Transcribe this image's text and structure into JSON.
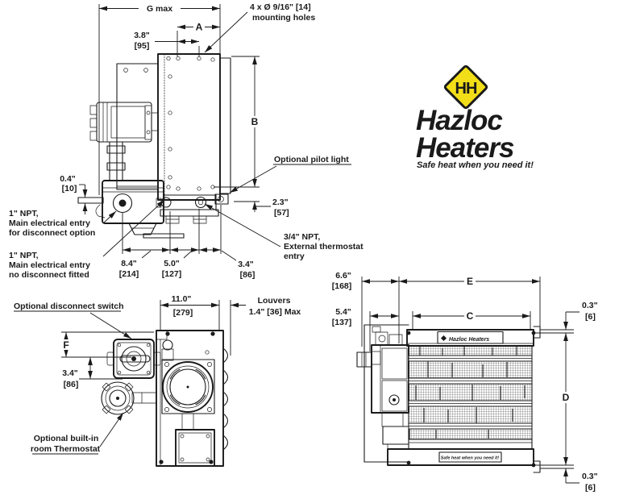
{
  "page": {
    "background": "#ffffff",
    "ink": "#1a1a1a"
  },
  "logo": {
    "monogram": "HH",
    "name": [
      "Hazloc",
      "Heaters"
    ],
    "tagline": "Safe heat when you need it!",
    "diamond_color": "#F2DE18",
    "tagline_color": "#E2262C"
  },
  "side_view": {
    "dims": {
      "g_max": "G max",
      "a": "A",
      "b": "B",
      "d38_in": "3.8\"",
      "d38_mm": "[95]",
      "d04_in": "0.4\"",
      "d04_mm": "[10]",
      "d23_in": "2.3\"",
      "d23_mm": "[57]",
      "d84_in": "8.4\"",
      "d84_mm": "[214]",
      "d50_in": "5.0\"",
      "d50_mm": "[127]",
      "d34_in": "3.4\"",
      "d34_mm": "[86]"
    },
    "notes": {
      "mounting_holes": [
        "4 x Ø 9/16\" [14]",
        "mounting holes"
      ],
      "pilot_light": "Optional pilot light",
      "entry_disconnect": [
        "1\" NPT,",
        "Main electrical entry",
        "for disconnect option"
      ],
      "entry_no_disconnect": [
        "1\" NPT,",
        "Main electrical entry",
        "no disconnect fitted"
      ],
      "thermostat_entry": [
        "3/4\" NPT,",
        "External thermostat",
        "entry"
      ]
    }
  },
  "front_view": {
    "dims": {
      "d110_in": "11.0\"",
      "d110_mm": "[279]",
      "f": "F",
      "d34_in": "3.4\"",
      "d34_mm": "[86]"
    },
    "notes": {
      "disconnect_switch": "Optional disconnect switch",
      "louvers": [
        "Louvers",
        "1.4\" [36] Max"
      ],
      "room_thermostat": [
        "Optional built-in",
        "room Thermostat"
      ]
    }
  },
  "profile_view": {
    "dims": {
      "c": "C",
      "d": "D",
      "e": "E",
      "d66_in": "6.6\"",
      "d66_mm": "[168]",
      "d54_in": "5.4\"",
      "d54_mm": "[137]",
      "d03_top_in": "0.3\"",
      "d03_top_mm": "[6]",
      "d03_bottom_in": "0.3\"",
      "d03_bottom_mm": "[6]"
    },
    "labels": {
      "brand_plate": "Hazloc Heaters",
      "nameplate": "Safe heat when you need it!"
    }
  }
}
